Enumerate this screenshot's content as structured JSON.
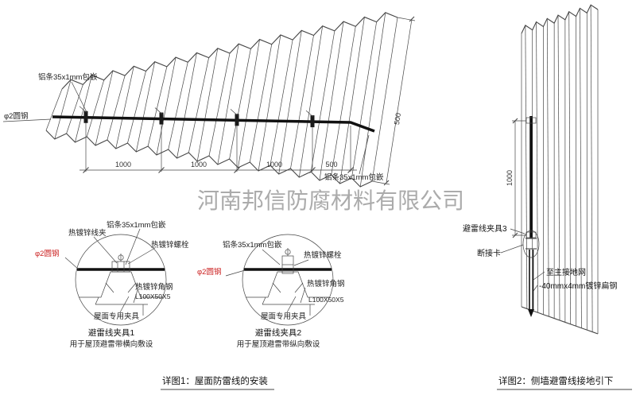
{
  "watermark": "河南邦信防腐材料有限公司",
  "labels": {
    "al_strip": "铝条35x1mm包嵌",
    "round_steel": "φ2圆钢",
    "wire_clamp": "热镀锌线夹",
    "bolt": "热镀锌螺栓",
    "angle_steel": "热镀锌角钢",
    "angle_size": "L100X50X5",
    "roof_clamp": "屋面专用夹具"
  },
  "roof": {
    "dims": [
      "1000",
      "1000",
      "1000",
      "500"
    ],
    "dim_slant": "500"
  },
  "detail1": {
    "title": "避雷线夹具1",
    "subtitle": "用于屋顶避雷带横向敷设"
  },
  "detail2": {
    "title": "避雷线夹具2",
    "subtitle": "用于屋顶避雷带纵向敷设"
  },
  "caption1": "详图1：屋面防雷线的安装",
  "wall": {
    "dim": "1000",
    "clamp3": "避雷线夹具3",
    "disconnect": "断接卡",
    "to_ground": "至主接地网",
    "flat_steel": "-40mmx4mm镀锌扁钢"
  },
  "caption2": "详图2：侧墙避雷线接地引下",
  "colors": {
    "line": "#454545",
    "red": "#cb1f1f",
    "watermark": "#a2a2a2"
  }
}
